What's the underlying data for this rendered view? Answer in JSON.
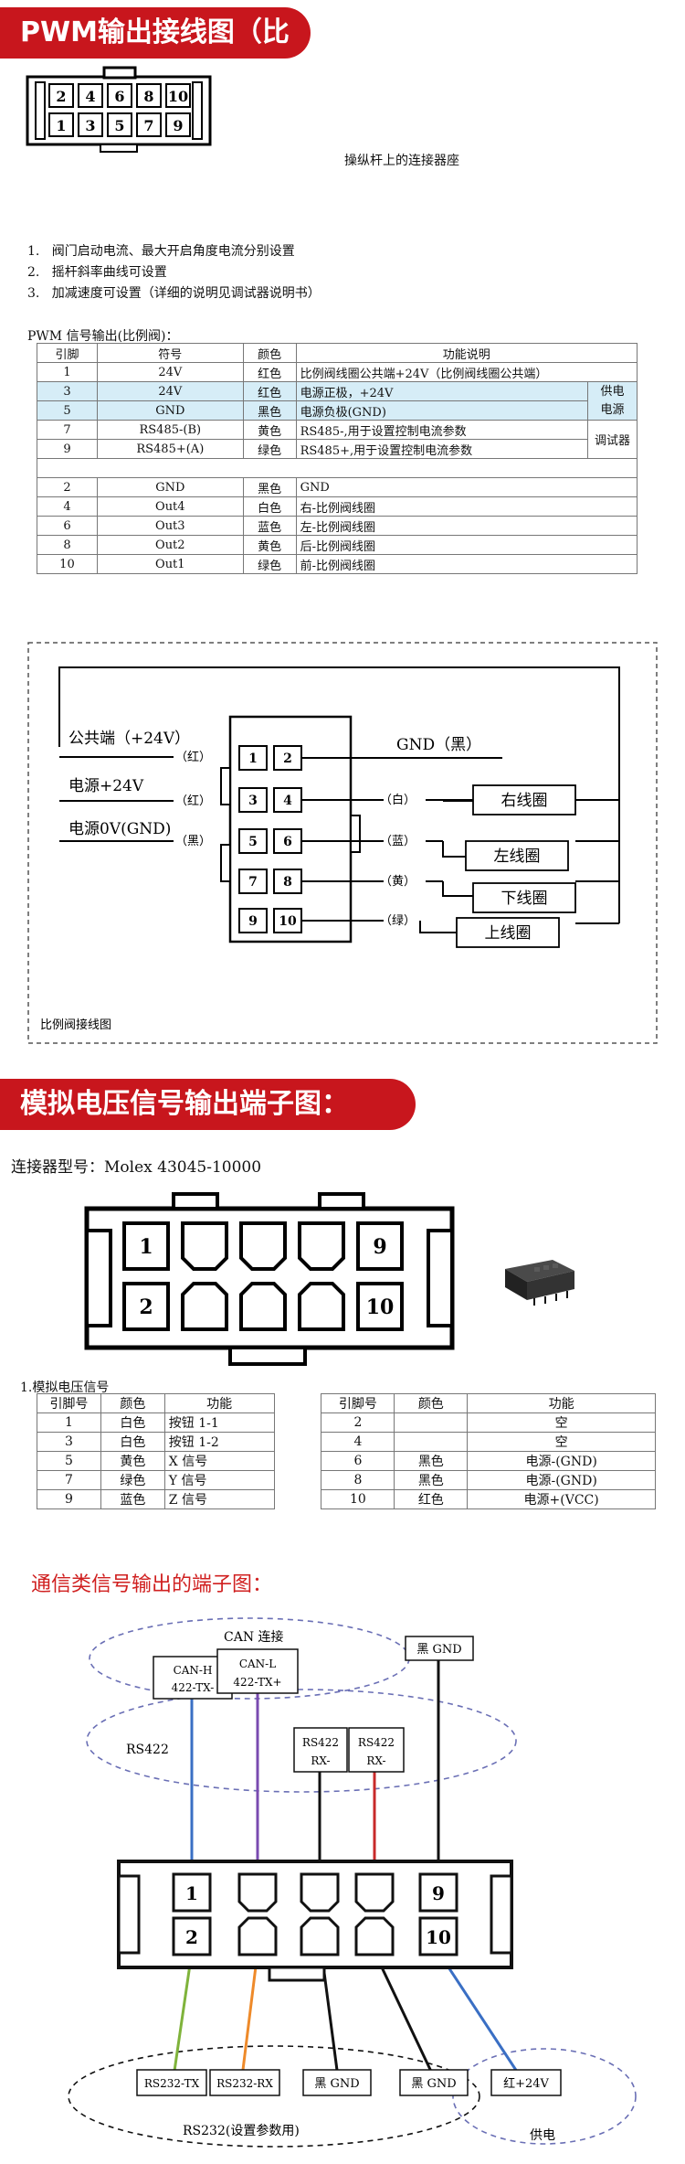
{
  "sec1": {
    "title": "PWM输出接线图（比例阀）：",
    "connector_caption": "操纵杆上的连接器座",
    "pins_top": [
      "2",
      "4",
      "6",
      "8",
      "10"
    ],
    "pins_bottom": [
      "1",
      "3",
      "5",
      "7",
      "9"
    ],
    "notes": [
      "1.   阀门启动电流、最大开启角度电流分别设置",
      "2.   摇杆斜率曲线可设置",
      "3.   加减速度可设置（详细的说明见调试器说明书）"
    ],
    "table_title": "PWM 信号输出(比例阀)：",
    "headers": [
      "引脚",
      "符号",
      "颜色",
      "功能说明"
    ],
    "rows": [
      [
        "1",
        "24V",
        "红色",
        "比例阀线圈公共端+24V（比例阀线圈公共端）"
      ],
      [
        "3",
        "24V",
        "红色",
        "电源正极，+24V"
      ],
      [
        "5",
        "GND",
        "黑色",
        "电源负极(GND)"
      ],
      [
        "7",
        "RS485-(B)",
        "黄色",
        "RS485-,用于设置控制电流参数"
      ],
      [
        "9",
        "RS485+(A)",
        "绿色",
        "RS485+,用于设置控制电流参数"
      ],
      [
        "2",
        "GND",
        "黑色",
        "GND"
      ],
      [
        "4",
        "Out4",
        "白色",
        "右-比例阀线圈"
      ],
      [
        "6",
        "Out3",
        "蓝色",
        "左-比例阀线圈"
      ],
      [
        "8",
        "Out2",
        "黄色",
        "后-比例阀线圈"
      ],
      [
        "10",
        "Out1",
        "绿色",
        "前-比例阀线圈"
      ]
    ],
    "group_power": "供电电源",
    "group_power_1": "供电",
    "group_power_2": "电源",
    "group_debug": "调试器"
  },
  "wiring": {
    "label_common": "公共端（+24V）",
    "label_power24": "电源+24V",
    "label_power0": "电源0V(GND)",
    "c_red1": "（红）",
    "c_red2": "（红）",
    "c_black": "（黑）",
    "gnd_label": "GND（黑）",
    "c_white": "（白）",
    "c_blue": "（蓝）",
    "c_yellow": "（黄）",
    "c_green": "（绿）",
    "coil_right": "右线圈",
    "coil_left": "左线圈",
    "coil_down": "下线圈",
    "coil_up": "上线圈",
    "pins": [
      "1",
      "2",
      "3",
      "4",
      "5",
      "6",
      "7",
      "8",
      "9",
      "10"
    ],
    "caption": "比例阀接线图"
  },
  "sec2": {
    "title": "模拟电压信号输出端子图：",
    "model": "连接器型号：Molex 43045-10000",
    "pin1": "1",
    "pin9": "9",
    "pin2": "2",
    "pin10": "10",
    "table_title": "1.模拟电压信号",
    "headers": [
      "引脚号",
      "颜色",
      "功能",
      "引脚号",
      "颜色",
      "功能"
    ],
    "rows": [
      [
        "1",
        "白色",
        "按钮 1-1",
        "2",
        "",
        "空"
      ],
      [
        "3",
        "白色",
        "按钮 1-2",
        "4",
        "",
        "空"
      ],
      [
        "5",
        "黄色",
        "X 信号",
        "6",
        "黑色",
        "电源-(GND)"
      ],
      [
        "7",
        "绿色",
        "Y 信号",
        "8",
        "黑色",
        "电源-(GND)"
      ],
      [
        "9",
        "蓝色",
        "Z 信号",
        "10",
        "红色",
        "电源+(VCC)"
      ]
    ]
  },
  "sec3": {
    "title": "通信类信号输出的端子图：",
    "can_group": "CAN 连接",
    "rs422_group": "RS422",
    "canh_1": "CAN-H",
    "canh_2": "422-TX-",
    "canl_1": "CAN-L",
    "canl_2": "422-TX+",
    "rx1_1": "RS422",
    "rx1_2": "RX-",
    "rx2_1": "RS422",
    "rx2_2": "RX-",
    "gnd_top": "黑 GND",
    "pin1": "1",
    "pin9": "9",
    "pin2": "2",
    "pin10": "10",
    "rs232_tx": "RS232-TX",
    "rs232_rx": "RS232-RX",
    "gnd_b1": "黑 GND",
    "gnd_b2": "黑 GND",
    "red24": "红+24V",
    "rs232_group": "RS232(设置参数用)",
    "power_group": "供电",
    "colors": {
      "blue": "#3a6fc4",
      "purple": "#7a4bb0",
      "red": "#c82a2a",
      "green": "#7fb33b",
      "orange": "#ee8a2a",
      "dash": "#6a6fb5"
    }
  }
}
